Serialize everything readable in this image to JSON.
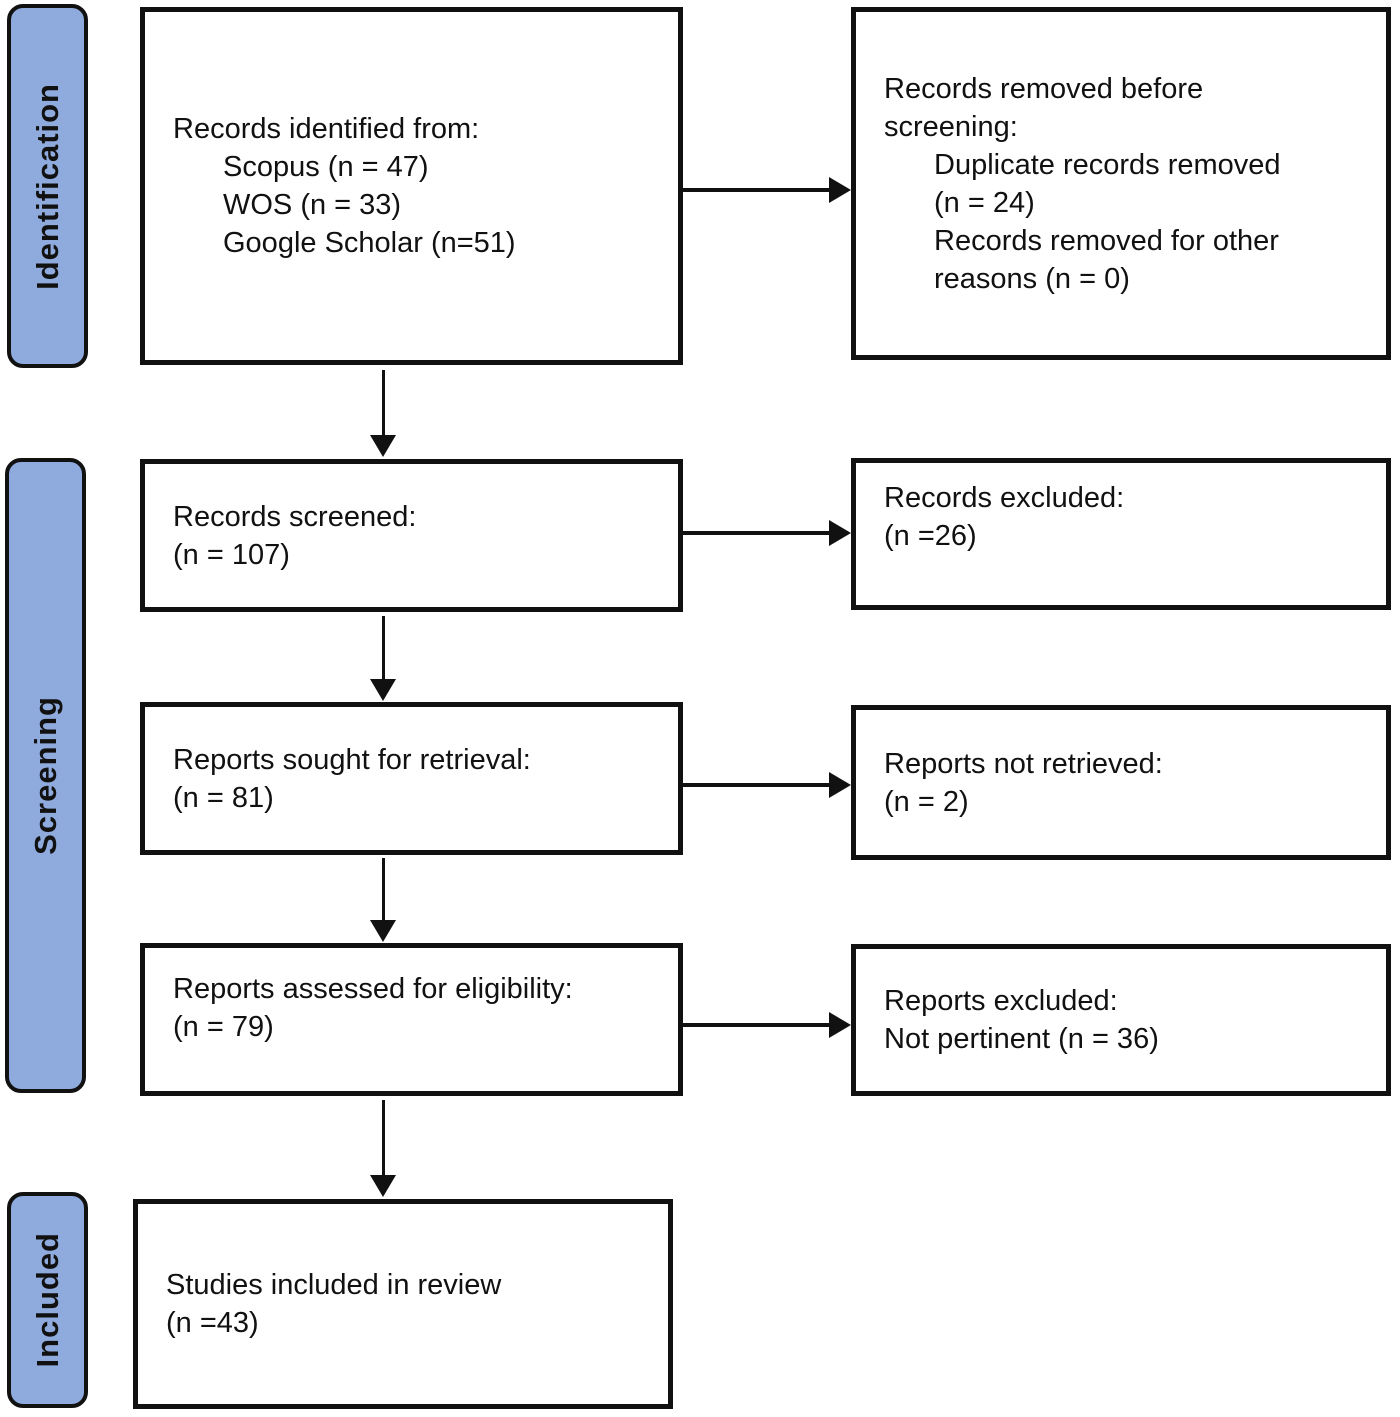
{
  "stages": {
    "identification": "Identification",
    "screening": "Screening",
    "included": "Included"
  },
  "boxes": {
    "records_identified": {
      "title": "Records identified from:",
      "items": [
        "Scopus (n = 47)",
        "WOS (n = 33)",
        "Google Scholar (n=51)"
      ]
    },
    "records_removed": {
      "title_lines": [
        "Records removed before",
        "screening:"
      ],
      "items": [
        "Duplicate records removed",
        "(n = 24)",
        "Records removed for other",
        "reasons (n = 0)"
      ]
    },
    "records_screened": {
      "lines": [
        "Records screened:",
        "(n = 107)"
      ]
    },
    "records_excluded": {
      "lines": [
        "Records excluded:",
        "(n =26)"
      ]
    },
    "reports_sought": {
      "lines": [
        "Reports sought for retrieval:",
        "(n = 81)"
      ]
    },
    "reports_not_retrieved": {
      "lines": [
        "Reports not retrieved:",
        "(n = 2)"
      ]
    },
    "reports_assessed": {
      "lines": [
        "Reports assessed for eligibility:",
        "(n = 79)"
      ]
    },
    "reports_excluded": {
      "lines": [
        "Reports excluded:",
        "Not pertinent (n = 36)"
      ]
    },
    "studies_included": {
      "lines": [
        "Studies included in review",
        "(n =43)"
      ]
    }
  },
  "colors": {
    "stage_fill": "#8FAADC",
    "line": "#111111",
    "box_bg": "#FFFFFF",
    "text": "#111111",
    "page_bg": "#FFFFFF"
  }
}
